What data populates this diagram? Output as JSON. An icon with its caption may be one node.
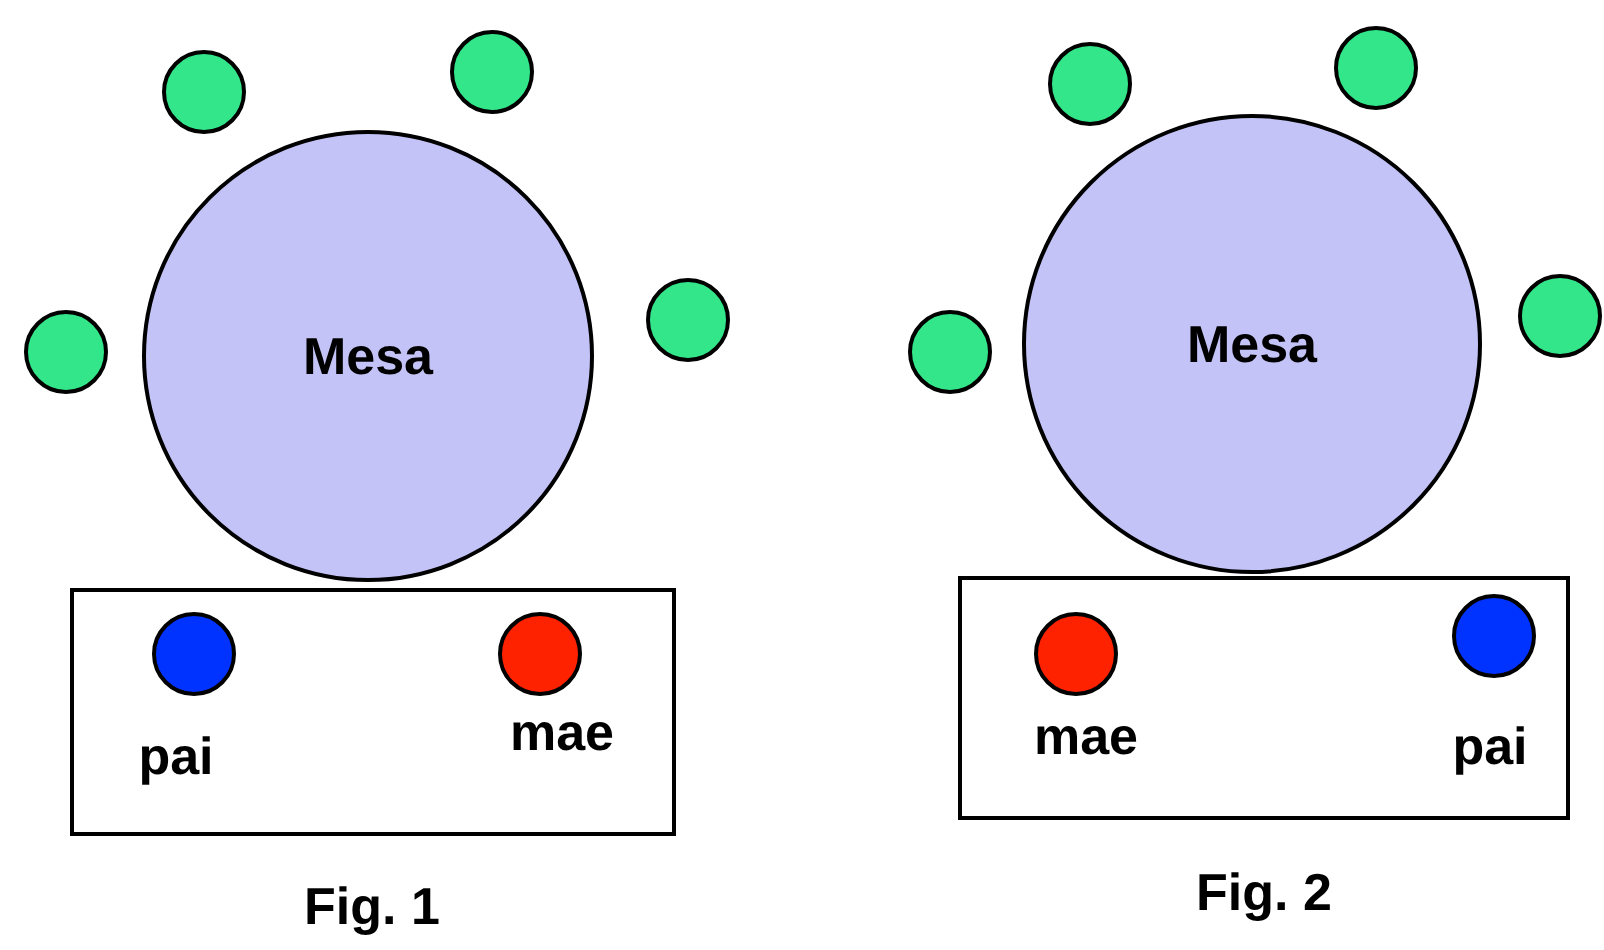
{
  "diagram": {
    "nodes": [
      {
        "text": [
          "Mesa"
        ]
      },
      {
        "text": [],
        "shape": "circle"
      },
      {
        "text": [],
        "shape": "circle"
      },
      {
        "text": [],
        "shape": "circle"
      },
      {
        "text": [],
        "shape": "circle"
      },
      {
        "text": [],
        "shape": "box"
      },
      {
        "text": [],
        "shape": "circle",
        "beside": [
          "pai"
        ],
        "in": 5
      },
      {
        "text": [],
        "shape": "circle",
        "beside": [
          "mae"
        ],
        "in": 5
      },
      {
        "text": [
          "Mesa"
        ]
      },
      {
        "text": [],
        "shape": "circle"
      },
      {
        "text": [],
        "shape": "circle"
      },
      {
        "text": [],
        "shape": "circle"
      },
      {
        "text": [],
        "shape": "circle"
      },
      {
        "text": [],
        "shape": "box"
      },
      {
        "text": [],
        "shape": "circle",
        "beside": [
          "mae"
        ],
        "in": 13
      },
      {
        "text": [],
        "shape": "circle",
        "beside": [
          "pai"
        ],
        "in": 13
      }
    ],
    "labels": [
      "Fig. 1",
      "Fig. 2"
    ]
  }
}
